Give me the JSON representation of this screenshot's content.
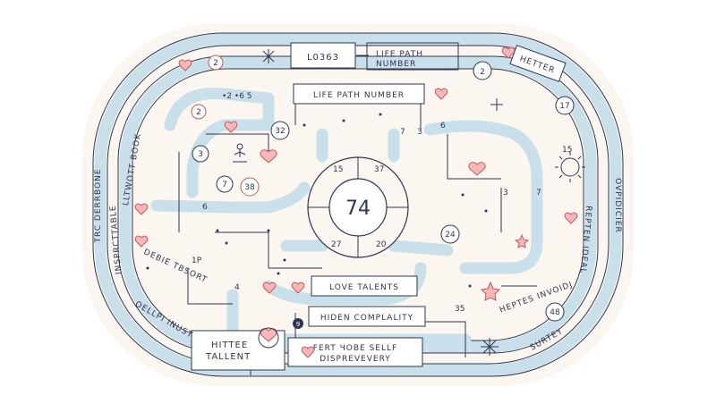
{
  "center": {
    "number": "74"
  },
  "dial": {
    "top_left": "15",
    "top_right": "37",
    "bottom_left": "27",
    "bottom_right": "20"
  },
  "boxes": {
    "top_code": "L0363",
    "top_title": "LIFE PATH NUMBER",
    "top_title_wrap": "LIFE PATH\nNUMBER",
    "center_title": "LIFE PATH NUMBER",
    "love": "LOVE TALENTS",
    "hidden": "HIDEN COMPLALITY",
    "bottom_left_1": "HITTEE",
    "bottom_left_2": "TALLENT",
    "bottom_center_1": "FERT ЧОBE SELLF",
    "bottom_center_2": "DISPREVEVERY",
    "top_right": "HETTER"
  },
  "side_texts": {
    "left_outer": "TRC DERRBONE",
    "left_inner": "LLTWOTT BOOK",
    "left_outer2": "INSPRCTTABLE",
    "left_inner2": "DEBIE TBSORT",
    "left_bottom": "OELLPI INUST",
    "right_outer": "OVPIDICIER",
    "right_inner": "REPTEN IDEAL",
    "right_inner2": "HEPTES INVOIDJ",
    "right_bottom": "SURTEY"
  },
  "numbers": {
    "n_2a": "2",
    "n_3a": "3",
    "n_7a": "7",
    "n_38": "38",
    "n_32": "32",
    "n_6a": "6",
    "n_1p": "1P",
    "n_4a": "4",
    "n_9a": "9",
    "n_7b": "7",
    "n_3b": "3",
    "n_6b": "6",
    "n_2b": "2",
    "n_17": "17",
    "n_15": "15",
    "n_24": "24",
    "n_3c": "3",
    "n_7c": "7",
    "n_48": "48",
    "n_35": "35",
    "n_dots": "•2 •6 5"
  }
}
